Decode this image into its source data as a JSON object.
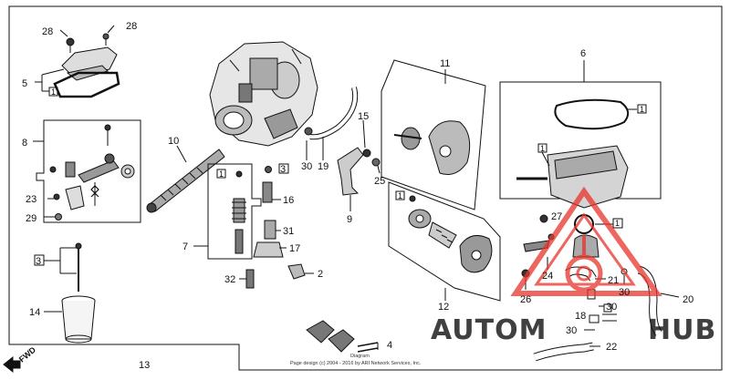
{
  "labels": {
    "n28a": "28",
    "n28b": "28",
    "n5": "5",
    "n8": "8",
    "n23": "23",
    "n29": "29",
    "n10": "10",
    "n7": "7",
    "n3a": "3",
    "n3b": "3",
    "n16": "16",
    "n31": "31",
    "n17": "17",
    "n32": "32",
    "n2": "2",
    "n14": "14",
    "n13": "13",
    "n30a": "30",
    "n19": "19",
    "n15": "15",
    "n25": "25",
    "n9": "9",
    "n11": "11",
    "n12": "12",
    "n4": "4",
    "n6": "6",
    "n27": "27",
    "n24": "24",
    "n26": "26",
    "n21": "21",
    "n30b": "30",
    "n30c": "30",
    "n18": "18",
    "n30d": "30",
    "n20": "20",
    "n22": "22",
    "fwd": "FWD"
  },
  "box_ref": "1",
  "copyright": {
    "line1": "Diagram",
    "line2": "Page design (c) 2004 - 2016 by ARI Network Services, Inc."
  },
  "watermark": {
    "brand_left": "AUTOM",
    "brand_right": "HUB",
    "color": "#e8332a",
    "brand_color_left": "#f0b400",
    "brand_color_right": "#e8332a"
  }
}
